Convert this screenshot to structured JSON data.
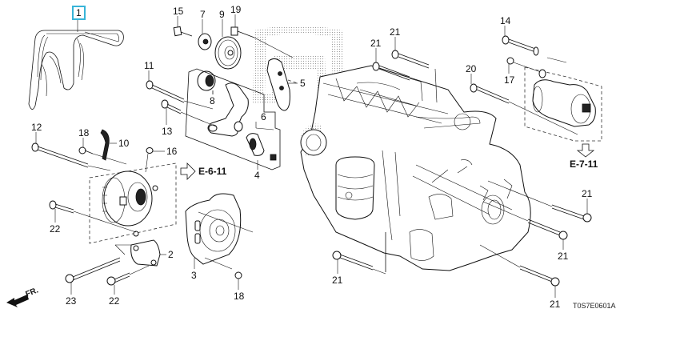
{
  "diagram": {
    "title": "Alternator / Belt / Starter Engine Parts Diagram",
    "drawing_code": "T0S7E0601A",
    "direction_label": "FR.",
    "selected_part": "1",
    "accent_color": "#37b4d8",
    "cross_references": [
      {
        "id": "ref-alternator",
        "label": "E-6-11"
      },
      {
        "id": "ref-starter",
        "label": "E-7-11"
      }
    ],
    "callouts": [
      {
        "num": "1",
        "part": "drive-belt"
      },
      {
        "num": "15",
        "part": "bolt"
      },
      {
        "num": "7",
        "part": "pulley-cover"
      },
      {
        "num": "9",
        "part": "idler-pulley"
      },
      {
        "num": "19",
        "part": "bolt"
      },
      {
        "num": "5",
        "part": "tensioner-bracket"
      },
      {
        "num": "11",
        "part": "bolt"
      },
      {
        "num": "8",
        "part": "pulley"
      },
      {
        "num": "13",
        "part": "bolt"
      },
      {
        "num": "6",
        "part": "tensioner-kit"
      },
      {
        "num": "4",
        "part": "auto-tensioner"
      },
      {
        "num": "12",
        "part": "bolt"
      },
      {
        "num": "18",
        "part": "bolt"
      },
      {
        "num": "10",
        "part": "clip"
      },
      {
        "num": "16",
        "part": "nut"
      },
      {
        "num": "22",
        "part": "bolt"
      },
      {
        "num": "2",
        "part": "alternator-bracket"
      },
      {
        "num": "3",
        "part": "alternator-cover"
      },
      {
        "num": "18",
        "part": "bolt"
      },
      {
        "num": "23",
        "part": "bolt"
      },
      {
        "num": "22",
        "part": "bolt"
      },
      {
        "num": "21",
        "part": "bolt"
      },
      {
        "num": "21",
        "part": "bolt"
      },
      {
        "num": "20",
        "part": "bolt"
      },
      {
        "num": "14",
        "part": "bolt"
      },
      {
        "num": "17",
        "part": "nut"
      },
      {
        "num": "21",
        "part": "bolt"
      },
      {
        "num": "21",
        "part": "bolt"
      },
      {
        "num": "21",
        "part": "bolt"
      },
      {
        "num": "21",
        "part": "bolt"
      }
    ]
  }
}
